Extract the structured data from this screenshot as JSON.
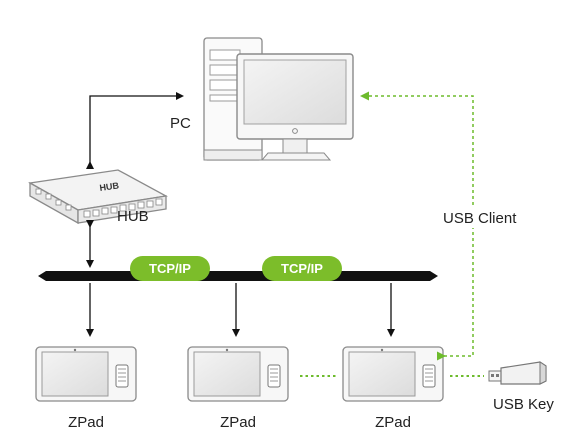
{
  "labels": {
    "pc": "PC",
    "hub": "HUB",
    "hub_device_text": "HUB",
    "usb_client": "USB Client",
    "usb_key": "USB Key",
    "tcpip_1": "TCP/IP",
    "tcpip_2": "TCP/IP",
    "zpads": [
      "ZPad",
      "ZPad",
      "ZPad"
    ]
  },
  "colors": {
    "green_pill": "#7cbd2a",
    "green_dotted": "#6dbb2c",
    "bus_line": "#111111",
    "device_outline": "#8a8a8a"
  },
  "icons": [
    "pc-tower-icon",
    "monitor-icon",
    "hub-icon",
    "zpad-icon",
    "usb-key-icon"
  ]
}
